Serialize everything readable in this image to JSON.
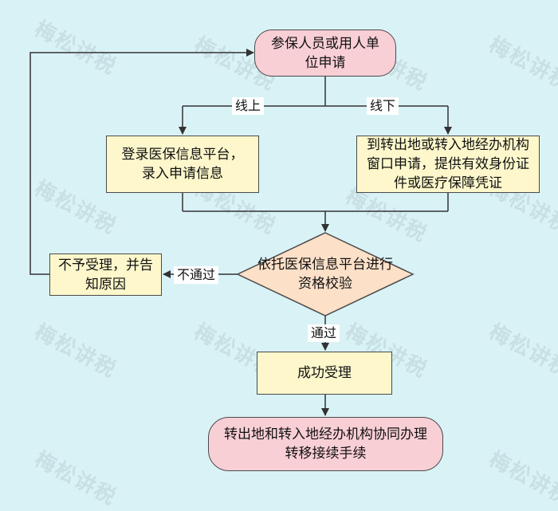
{
  "watermark": "梅松讲税",
  "nodes": {
    "start": "参保人员或用人单位申请",
    "online_step": "登录医保信息平台，录入申请信息",
    "offline_step": "到转出地或转入地经办机构窗口申请，提供有效身份证件或医疗保障凭证",
    "check": "依托医保信息平台进行资格校验",
    "reject": "不予受理，并告知原因",
    "accept": "成功受理",
    "end": "转出地和转入地经办机构协同办理转移接续手续"
  },
  "edges": {
    "online": "线上",
    "offline": "线下",
    "fail": "不通过",
    "pass": "通过"
  },
  "colors": {
    "background": "#d9f2f6",
    "terminal_fill": "#f9cfd6",
    "process_fill": "#fdf7cb",
    "decision_fill": "#fde0c8",
    "line": "#333333"
  }
}
